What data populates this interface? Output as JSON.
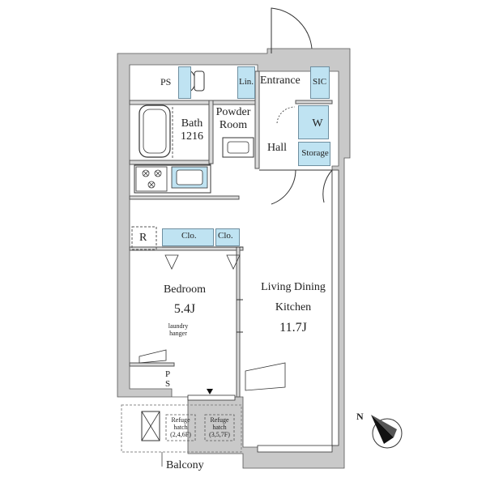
{
  "rooms": {
    "entrance": "Entrance",
    "sic": "SIC",
    "linen": "Lin.",
    "ps_top": "PS",
    "bath": "Bath",
    "bath_size": "1216",
    "powder_room_line1": "Powder",
    "powder_room_line2": "Room",
    "hall": "Hall",
    "wardrobe": "W",
    "storage": "Storage",
    "refrigerator": "R",
    "closet_1": "Clo.",
    "closet_2": "Clo.",
    "bedroom": "Bedroom",
    "bedroom_size": "5.4J",
    "laundry_line1": "laundry",
    "laundry_line2": "hanger",
    "ldk_line1": "Living Dining",
    "ldk_line2": "Kitchen",
    "ldk_size": "11.7J",
    "ps_bottom": "PS",
    "balcony": "Balcony"
  },
  "refuge_hatch_1": {
    "line1": "Refuge",
    "line2": "hatch",
    "line3": "(2,4,6F)"
  },
  "refuge_hatch_2": {
    "line1": "Refuge",
    "line2": "hatch",
    "line3": "(3,5,7F)"
  },
  "compass": {
    "label": "N"
  },
  "colors": {
    "wall": "#c9c9c9",
    "storage_fill": "#bfe3f2",
    "line": "#333333"
  }
}
